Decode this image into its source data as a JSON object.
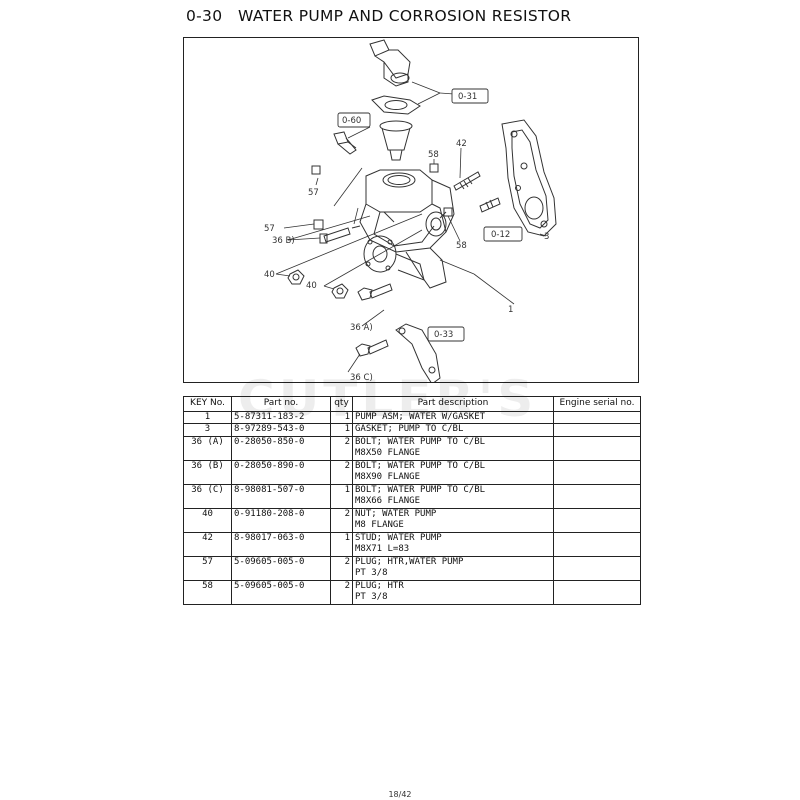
{
  "page": {
    "section_title": "0-30   WATER PUMP AND CORROSION RESISTOR",
    "page_number": "18/42",
    "watermark": "CUTLER'S"
  },
  "figure": {
    "callouts": {
      "ref_0_31": "0-31",
      "ref_0_60": "0-60",
      "ref_0_12": "0-12",
      "ref_0_33": "0-33",
      "n58_top": "58",
      "n42": "42",
      "n57_top": "57",
      "n57": "57",
      "n36b": "36  B)",
      "n3": "3",
      "n58": "58",
      "n40a": "40",
      "n40b": "40",
      "n1": "1",
      "n36a": "36  A)",
      "n36c": "36  C)"
    }
  },
  "table": {
    "headers": {
      "key": "KEY No.",
      "part": "Part no.",
      "qty": "qty",
      "desc": "Part description",
      "serial": "Engine serial no."
    },
    "rows": [
      {
        "key": "1",
        "part": "5-87311-183-2",
        "qty": "1",
        "desc": "PUMP ASM; WATER W/GASKET",
        "serial": ""
      },
      {
        "key": "3",
        "part": "8-97289-543-0",
        "qty": "1",
        "desc": "GASKET; PUMP TO C/BL",
        "serial": ""
      },
      {
        "key": "36 (A)",
        "part": "0-28050-850-0",
        "qty": "2",
        "desc": "BOLT; WATER PUMP TO C/BL\nM8X50 FLANGE",
        "serial": ""
      },
      {
        "key": "36 (B)",
        "part": "0-28050-890-0",
        "qty": "2",
        "desc": "BOLT; WATER PUMP TO C/BL\nM8X90 FLANGE",
        "serial": ""
      },
      {
        "key": "36 (C)",
        "part": "8-98081-507-0",
        "qty": "1",
        "desc": "BOLT; WATER PUMP TO C/BL\nM8X66 FLANGE",
        "serial": ""
      },
      {
        "key": "40",
        "part": "0-91180-208-0",
        "qty": "2",
        "desc": "NUT; WATER PUMP\nM8 FLANGE",
        "serial": ""
      },
      {
        "key": "42",
        "part": "8-98017-063-0",
        "qty": "1",
        "desc": "STUD; WATER PUMP\nM8X71 L=83",
        "serial": ""
      },
      {
        "key": "57",
        "part": "5-09605-005-0",
        "qty": "2",
        "desc": "PLUG; HTR,WATER PUMP\nPT 3/8",
        "serial": ""
      },
      {
        "key": "58",
        "part": "5-09605-005-0",
        "qty": "2",
        "desc": "PLUG; HTR\nPT 3/8",
        "serial": ""
      }
    ]
  }
}
